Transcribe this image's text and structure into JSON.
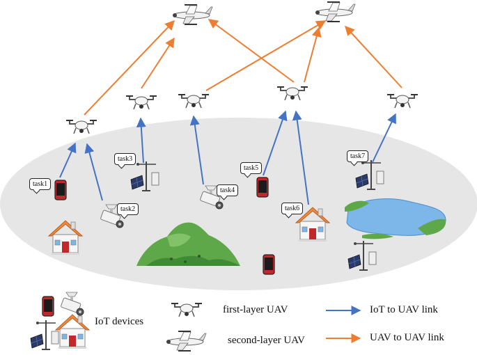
{
  "tasks": [
    "task1",
    "task2",
    "task3",
    "task4",
    "task5",
    "task6",
    "task7"
  ],
  "legend": {
    "iot_devices": "IoT devices",
    "first_layer": "first-layer UAV",
    "second_layer": "second-layer UAV",
    "iot_link": "IoT to UAV link",
    "uav_link": "UAV to UAV link"
  },
  "colors": {
    "iot_link": "#4472c4",
    "uav_link": "#ed7d31",
    "ground": "#e6e6e6",
    "hill": "#5fa84a",
    "lake": "#7db6e8",
    "roof": "#f08a3c",
    "phone": "#c0282c"
  },
  "icons": [
    "fixed-wing-uav-icon",
    "quadcopter-icon",
    "phone-icon",
    "camera-icon",
    "weather-station-icon",
    "house-icon",
    "hill-icon",
    "lake-icon"
  ]
}
